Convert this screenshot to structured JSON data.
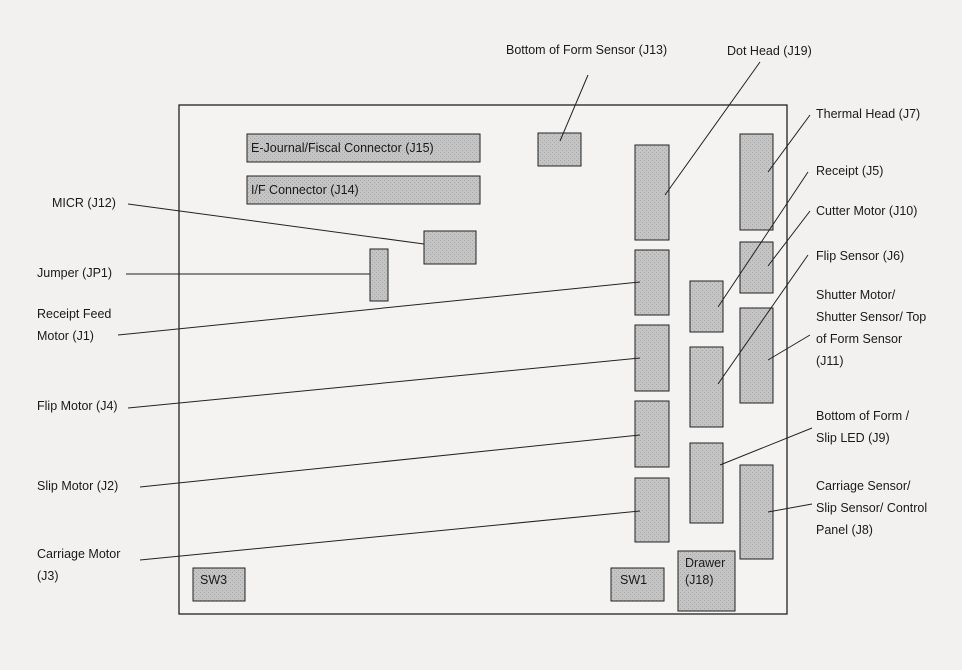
{
  "colors": {
    "background": "#f2f1f0",
    "board_fill": "#f4f3f2",
    "connector_fill": "#c4c4c4",
    "line": "#222222"
  },
  "connectors": {
    "ejournal": "E-Journal/Fiscal Connector (J15)",
    "if_connector": "I/F Connector (J14)",
    "sw3": "SW3",
    "sw1": "SW1",
    "drawer": [
      "Drawer",
      "(J18)"
    ]
  },
  "labels": {
    "bottom_form_sensor": [
      "Bottom of Form Sensor (J13)"
    ],
    "dot_head": [
      "Dot Head (J19)"
    ],
    "thermal_head": [
      "Thermal Head (J7)"
    ],
    "receipt": [
      "Receipt (J5)"
    ],
    "cutter_motor": [
      "Cutter Motor (J10)"
    ],
    "flip_sensor": [
      "Flip Sensor (J6)"
    ],
    "shutter_motor": [
      "Shutter Motor/",
      "Shutter Sensor/ Top",
      "of Form Sensor",
      "(J11)"
    ],
    "bottom_form_led": [
      "Bottom of Form /",
      "Slip LED (J9)"
    ],
    "carriage_sensor": [
      "Carriage Sensor/",
      "Slip Sensor/ Control",
      "Panel (J8)"
    ],
    "micr": [
      "MICR (J12)"
    ],
    "jumper": [
      "Jumper (JP1)"
    ],
    "receipt_feed_motor": [
      "Receipt Feed",
      "Motor (J1)"
    ],
    "flip_motor": [
      "Flip Motor (J4)"
    ],
    "slip_motor": [
      "Slip Motor (J2)"
    ],
    "carriage_motor": [
      "Carriage Motor",
      "(J3)"
    ]
  }
}
